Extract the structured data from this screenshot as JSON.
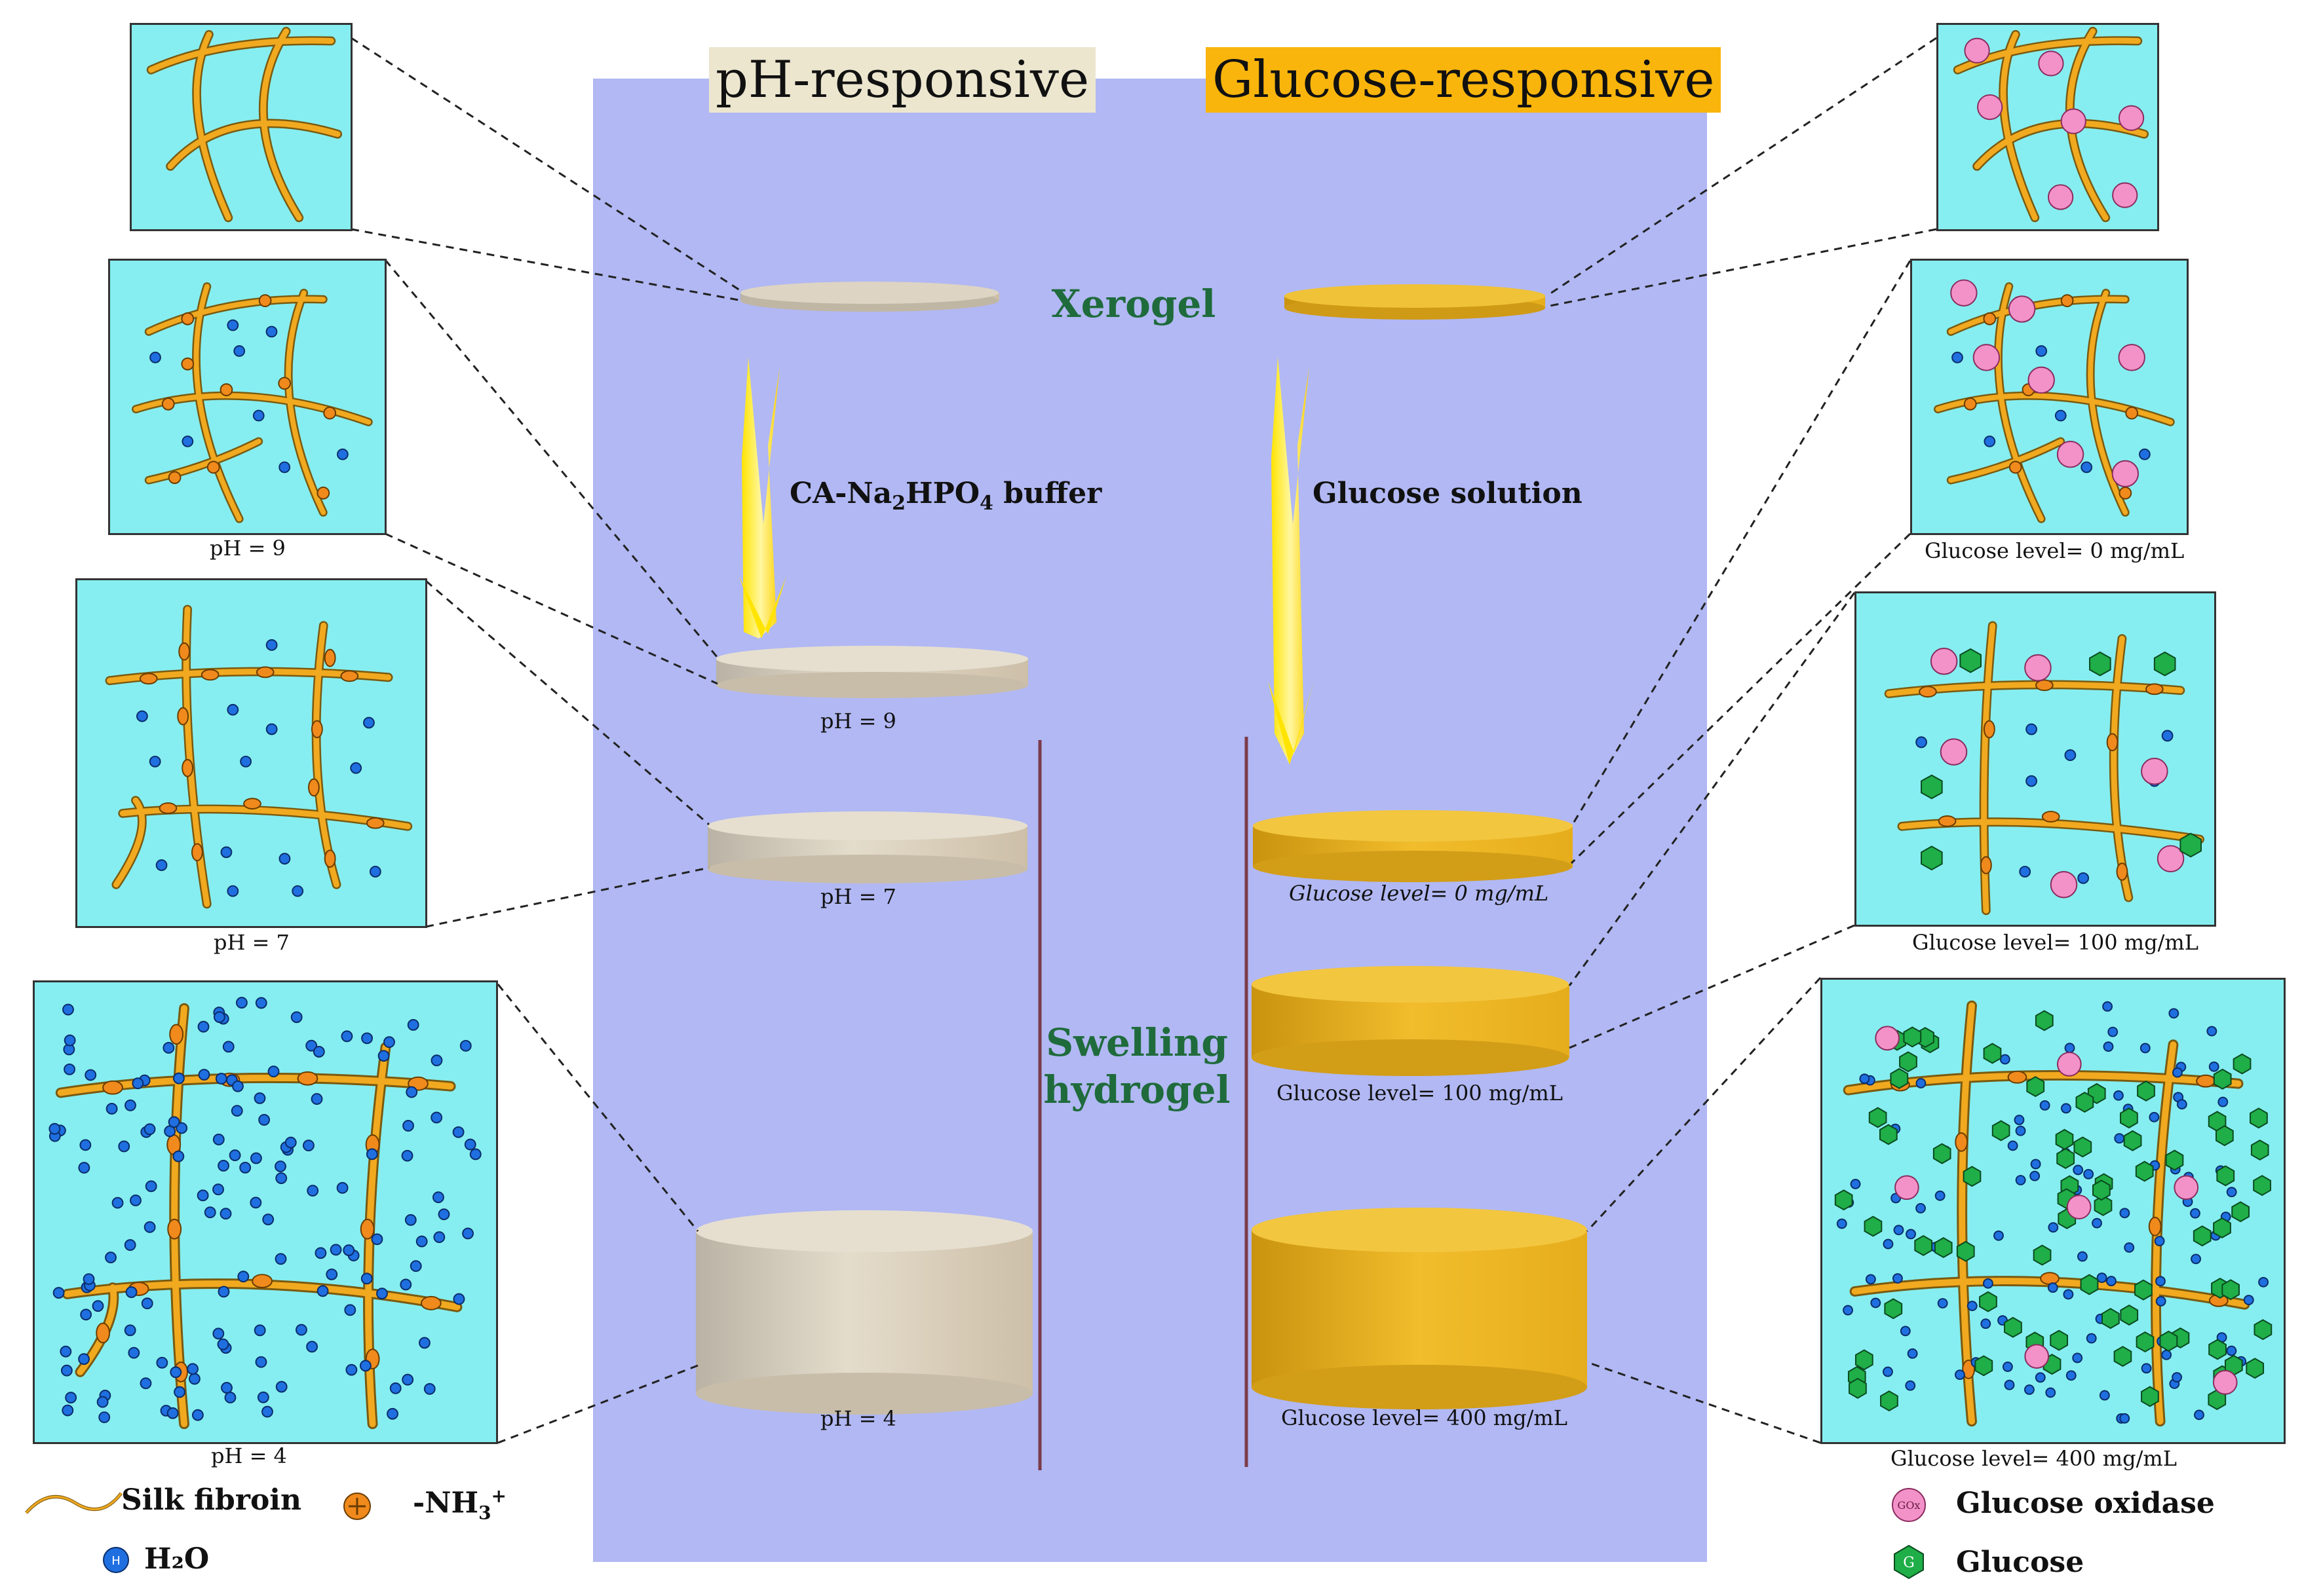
{
  "headers": {
    "ph": "pH-responsive",
    "glucose": "Glucose-responsive"
  },
  "stages": {
    "xerogel": "Xerogel",
    "swelling_line1": "Swelling",
    "swelling_line2": "hydrogel"
  },
  "steps": {
    "buffer_prefix": "CA-Na",
    "buffer_sub1": "2",
    "buffer_mid": "HPO",
    "buffer_sub2": "4",
    "buffer_suffix": " buffer",
    "glucose": "Glucose solution"
  },
  "ph_captions": [
    "pH = 9",
    "pH = 7",
    "pH  = 4"
  ],
  "ph_inset_captions": [
    "pH = 9",
    "pH = 7",
    "pH  = 4"
  ],
  "glucose_captions": [
    "Glucose level= 0 mg/mL",
    "Glucose level= 100 mg/mL",
    "Glucose level= 400 mg/mL"
  ],
  "glucose_inset_captions": [
    "Glucose level= 0 mg/mL",
    "Glucose level= 100 mg/mL",
    "Glucose level= 400 mg/mL"
  ],
  "legend": {
    "silk": "Silk fibroin",
    "nh3_main": "-NH",
    "nh3_sub": "3",
    "nh3_sup": "+",
    "h2o": "H₂O",
    "h_symbol": "H",
    "glucose_oxidase": "Glucose oxidase",
    "gox_symbol": "GOx",
    "glucose": "Glucose",
    "g_symbol": "G"
  },
  "colors": {
    "panel": "#b1b8f3",
    "inset": "#86eef0",
    "fiber": "#f1a91f",
    "nh3": "#f08a1c",
    "water": "#1f6fe0",
    "gox": "#f392c8",
    "glucose_mark": "#1fae48",
    "stage_text": "#1f6b3c",
    "ph_disc": "#d7cdb8",
    "glucose_disc": "#edb82a"
  }
}
